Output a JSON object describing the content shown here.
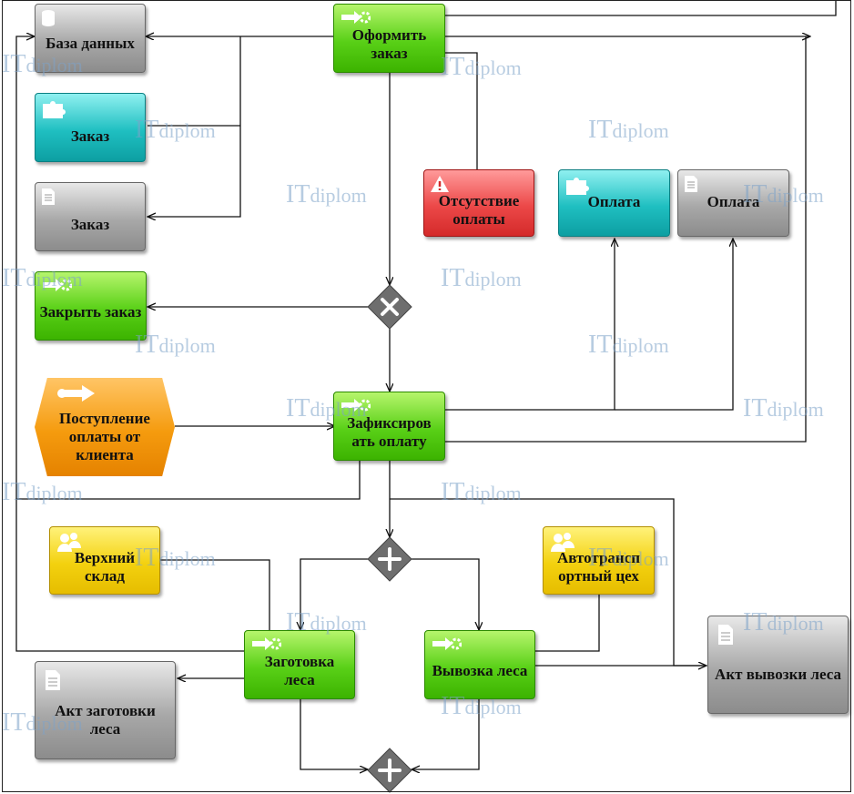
{
  "nodes": {
    "oformit": "Оформить заказ",
    "baza": "База данных",
    "zakaz_teal": "Заказ",
    "zakaz_grey": "Заказ",
    "otsutstvie": "Отсутствие оплаты",
    "oplata_teal": "Оплата",
    "oplata_grey": "Оплата",
    "zakryt": "Закрыть заказ",
    "postuplenie": "Поступление оплаты от клиента",
    "zafiksirovat": "Зафиксиров ать оплату",
    "verkhniy": "Верхний склад",
    "avtotrans": "Автотрансп ортный цех",
    "zagotovka": "Заготовка леса",
    "vyvozka": "Вывозка леса",
    "akt_vyvozki": "Акт вывозки леса",
    "akt_zagotovki": "Акт заготовки леса"
  },
  "watermark": {
    "a": "IT",
    "b": "diplom"
  },
  "colors": {
    "function": "#59d017",
    "document": "#a8a8a8",
    "information_object": "#1fbfc1",
    "risk": "#ec4848",
    "organizational_unit": "#f3d10f",
    "event": "#f59b0e",
    "gateway": "#6e6e6e",
    "watermark": "#7ea3c9"
  },
  "icons": {
    "function": "arrow-gear-icon",
    "document": "document-icon",
    "database": "database-icon",
    "information_object": "puzzle-icon",
    "risk": "warning-icon",
    "organizational_unit": "people-icon",
    "event": "arrow-icon",
    "xor_gateway": "x-icon",
    "and_gateway": "plus-icon"
  }
}
